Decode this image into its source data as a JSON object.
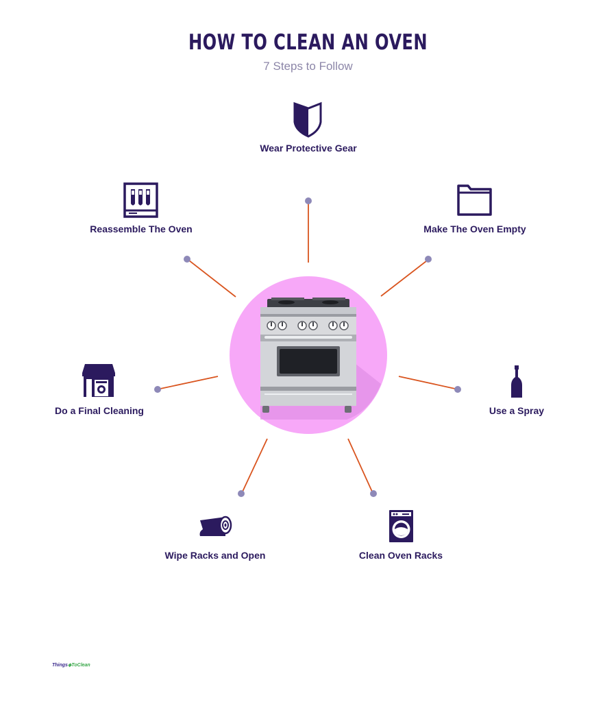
{
  "title": "HOW TO CLEAN AN OVEN",
  "subtitle": "7 Steps to Follow",
  "colors": {
    "primary": "#2b1a5e",
    "connector": "#d9541e",
    "dot": "#8e89b8",
    "circle": "#f7a8f8"
  },
  "steps": [
    {
      "label": "Wear Protective Gear",
      "icon": "shield-icon"
    },
    {
      "label": "Make The Oven Empty",
      "icon": "folder-icon"
    },
    {
      "label": "Use a Spray",
      "icon": "bottle-icon"
    },
    {
      "label": "Clean Oven Racks",
      "icon": "washing-machine-icon"
    },
    {
      "label": "Wipe Racks and Open",
      "icon": "paper-roll-icon"
    },
    {
      "label": "Do a Final Cleaning",
      "icon": "laundry-shop-icon"
    },
    {
      "label": "Reassemble The Oven",
      "icon": "test-tubes-icon"
    }
  ],
  "logo": {
    "part1": "Things",
    "part2": "ToClean"
  }
}
